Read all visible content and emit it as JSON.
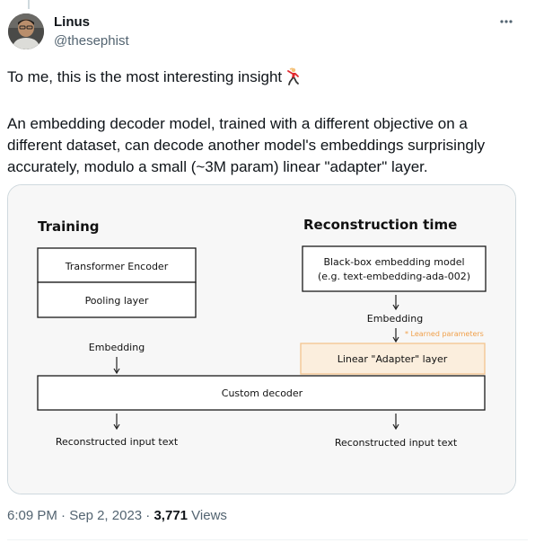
{
  "author": {
    "name": "Linus",
    "handle": "@thesephist",
    "more_icon": "more-horizontal-icon"
  },
  "tweet": {
    "line1": "To me, this is the most interesting insight",
    "line1_emoji": "dancing-man-emoji",
    "line2": "An embedding decoder model, trained with a different objective on a different dataset, can decode another model's embeddings surprisingly accurately, modulo a small (~3M param) linear \"adapter\" layer."
  },
  "diagram": {
    "training": {
      "title": "Training",
      "encoder": "Transformer Encoder",
      "pooling": "Pooling layer",
      "embedding": "Embedding",
      "output": "Reconstructed input text"
    },
    "reconstruction": {
      "title": "Reconstruction time",
      "blackbox_line1": "Black-box embedding model",
      "blackbox_line2": "(e.g. text-embedding-ada-002)",
      "embedding": "Embedding",
      "learned_note": "* Learned parameters",
      "adapter": "Linear \"Adapter\" layer",
      "output": "Reconstructed input text"
    },
    "decoder": "Custom decoder",
    "colors": {
      "background": "#f7f7f7",
      "box_stroke": "#1a1a1a",
      "adapter_fill": "#fbeedd",
      "adapter_stroke": "#f3c48e",
      "note_text": "#f0a04b"
    }
  },
  "meta": {
    "time": "6:09 PM",
    "separator": " · ",
    "date": "Sep 2, 2023",
    "views_count": "3,771",
    "views_label": " Views"
  }
}
